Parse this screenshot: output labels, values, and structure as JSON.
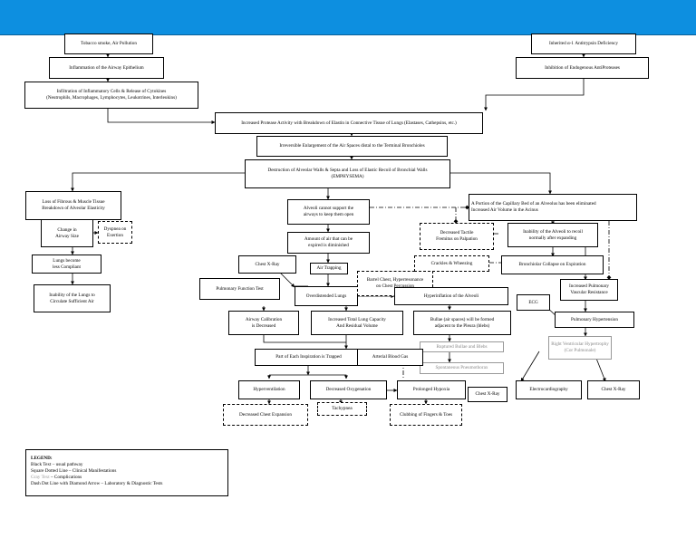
{
  "boxes": {
    "tobacco": "Tobacco smoke, Air Pollution",
    "inherited": "Inherited α-1 Antitrypsin Deficiency",
    "inflammation": "Inflammation of the Airway Epithelium",
    "inhibition": "Inhibition of  Endogenous AntiProteases",
    "infiltration": "Infiltration of Inflammatory Cells & Release of Cytokines\n(Neutrophils, Macrophages, Lymphocytes, Leukotrines, Interleukins)",
    "protease": "Increased Protease Activity with Breakdown of Elastin in Connective Tissue of Lungs (Elastases, Cathepsins, etc.)",
    "irreversible": "Irreversible Enlargement of the Air Spaces distal to the Terminal Bronchioles",
    "destruction": "Destruction of Alveolar Walls & Septa and Loss of Elastic Recoil of Bronchial Walls\n(EMPHYSEMA)",
    "loss_fibrous": "Loss of Fibrous & Muscle Tissue\nBreakdown of Alveolar Elasticity",
    "change_airway": "Change in\nAirway Size",
    "dyspnea": "Dyspnea on\nExertion",
    "lungs_less": "Lungs become\nless Compliant",
    "inability_circulate": "Inability of the Lungs to\nCirculate Sufficient Air",
    "alveoli_cannot": "Alveoli cannot support the\nairways to keep them open",
    "amount_air": "Amount of air that can be\nexpired is diminished",
    "chest_xray_1": "Chest X-Ray",
    "air_trapping": "Air Trapping",
    "pft": "Pulmonary Function Test",
    "overdistended": "Overdistended Lungs",
    "barrel_chest": "Barrel Chest, Hyperresonance\non Chest Percussion",
    "hyperinflation": "Hyperinflation of the Alveoli",
    "capillary_bed": "A Portion of the Capillary Bed of an Alveolus has been eliminated\nIncreased Air Volume in the Acinus",
    "decreased_tactile": "Decreased Tactile\nFremitus on Palpation",
    "inability_recoil": "Inability of the Alveoli to recoil\nnormally after expanding",
    "crackles": "Crackles & Wheezing",
    "bronchiolar": "Bronchiolar Collapse on Expiration",
    "increased_pvr": "Increased Pulmonary\nVascular Resistance",
    "ecg": "ECG",
    "pulm_htn": "Pulmonary Hypertension",
    "airway_calibration": "Airway Calibration\nis Decreased",
    "increased_tlc": "Increased Total Lung Capacity\nAnd Residual Volume",
    "bullae": "Bullae (air spaces) will be formed\nadjacent to the Pleura (blebs)",
    "ruptured": "Ruptured Bullae and Blebs",
    "pneumothorax": "Spontaneous Pneumothorax",
    "rvh": "Right Ventricular Hypertrophy\n(Cor Pulmonale)",
    "part_inspiration": "Part of Each Inspiration is Trapped",
    "abg": "Arterial Blood Gas",
    "hyperventilation": "Hyperventilation",
    "decreased_oxy": "Decreased Oxygenation",
    "prolonged_hypoxia": "Prolonged Hypoxia",
    "chest_xray_2": "Chest X-Ray",
    "electrocardiography": "Electrocardiography",
    "chest_xray_3": "Chest X-Ray",
    "decreased_chest": "Decreased Chest Expansion",
    "tachypnea": "Tachypnea",
    "clubbing": "Clubbing of Fingers & Toes"
  },
  "legend": {
    "title": "LEGEND:",
    "black": "Black Text – usual pathway",
    "square": "Square Dotted Line – Clinical Manifestations",
    "grey_label": "Gray Text",
    "grey_rest": " – Complications",
    "dash": "Dash Dot Line with Diamond Arrow – Laboratory & Diagnostic Tests"
  }
}
